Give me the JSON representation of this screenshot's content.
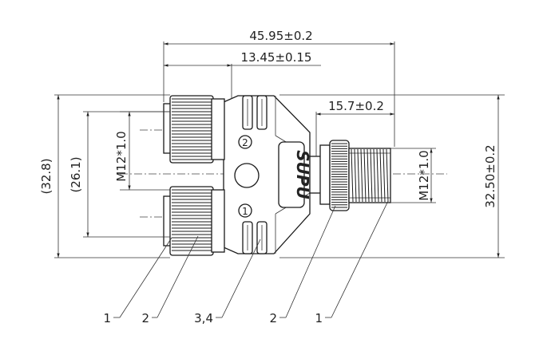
{
  "dimensions": {
    "overall_length": "45.95±0.2",
    "body_length": "13.45±0.15",
    "male_length": "15.7±0.2",
    "overall_height": "32.50±0.2",
    "outer_height_ref": "(32.8)",
    "pitch_ref": "(26.1)",
    "thread_left": "M12*1.0",
    "thread_right": "M12*1.0"
  },
  "port_marks": {
    "port_2": "2",
    "port_1": "1"
  },
  "logo_text": "SUPU",
  "callouts": [
    {
      "label": "1"
    },
    {
      "label": "2"
    },
    {
      "label": "3,4"
    },
    {
      "label": "2"
    },
    {
      "label": "1"
    }
  ],
  "colors": {
    "line": "#1a1a1a",
    "background": "#ffffff"
  }
}
